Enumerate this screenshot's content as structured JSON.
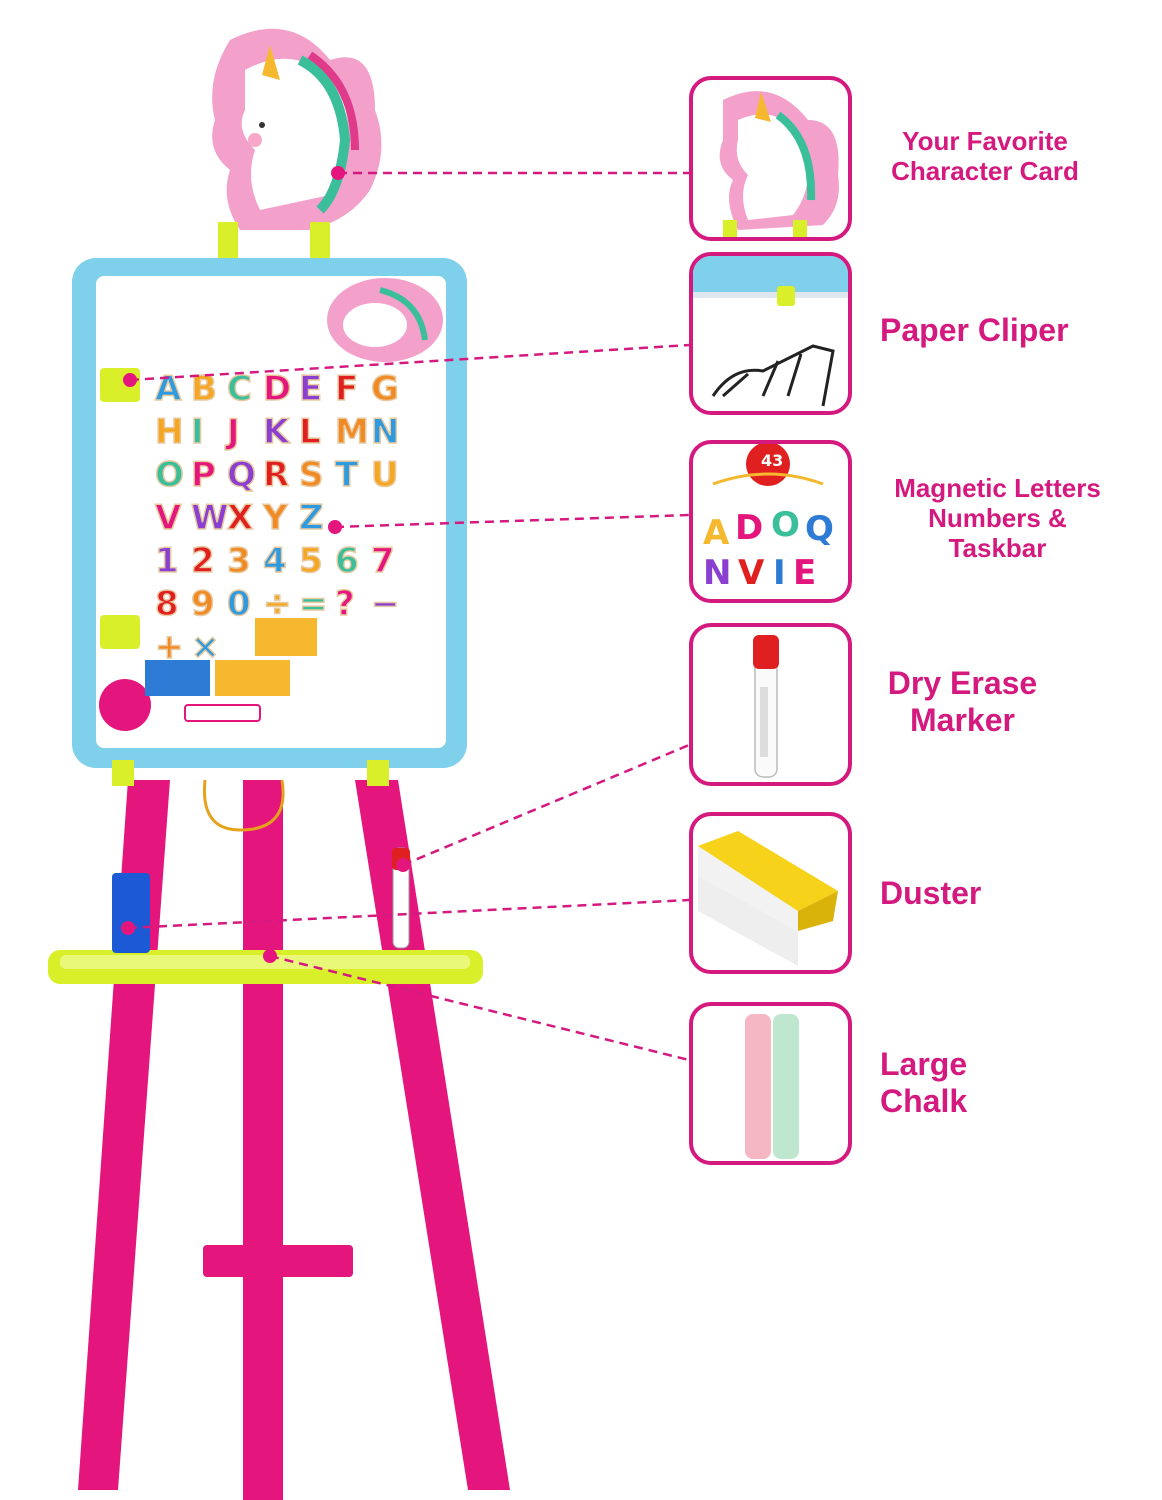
{
  "colors": {
    "accent": "#d4197f",
    "frame": "#7fd0ea",
    "leg": "#e5157e",
    "tray": "#d8ef2a"
  },
  "features": [
    {
      "id": "character-card",
      "lines": [
        "Your Favorite",
        "Character Card"
      ],
      "icon": "unicorn-card-icon"
    },
    {
      "id": "paper-cliper",
      "lines": [
        "Paper Cliper"
      ],
      "icon": "paper-clip-icon"
    },
    {
      "id": "magnetic-letters",
      "lines": [
        "Magnetic Letters",
        "Numbers &",
        "Taskbar"
      ],
      "icon": "magnetic-letters-icon",
      "badge": "43"
    },
    {
      "id": "dry-erase-marker",
      "lines": [
        "Dry Erase",
        "Marker"
      ],
      "icon": "marker-icon"
    },
    {
      "id": "duster",
      "lines": [
        "Duster"
      ],
      "icon": "duster-icon"
    },
    {
      "id": "large-chalk",
      "lines": [
        "Large",
        "Chalk"
      ],
      "icon": "chalk-icon"
    }
  ],
  "board": {
    "rows": [
      "ABCDEFG",
      "HIJKLMN",
      "OPQRSTU",
      "VWXYZ",
      "1234567",
      "890÷=?−",
      "+×"
    ]
  }
}
